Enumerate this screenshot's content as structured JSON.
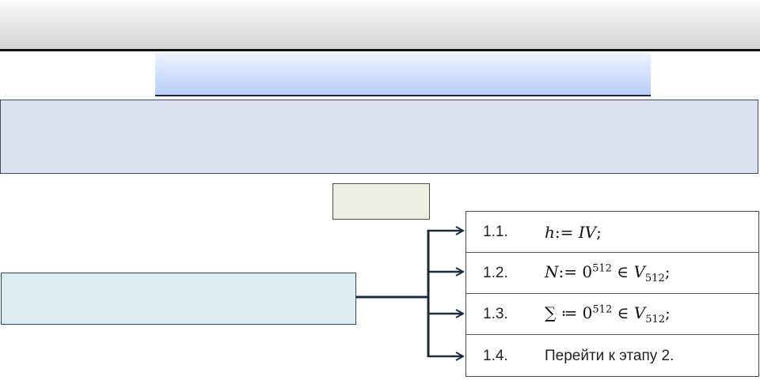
{
  "steps": [
    {
      "num": "1.1.",
      "var": "h",
      "assign": ":= ",
      "value": "IV",
      "tail": ";"
    },
    {
      "num": "1.2.",
      "var": "N",
      "assign": ":= ",
      "base": "0",
      "exp": "512",
      "member": " ∈ ",
      "set": "V",
      "sub": "512",
      "tail": ";"
    },
    {
      "num": "1.3.",
      "var": "∑",
      "assign": " ≔ ",
      "base": "0",
      "exp": "512",
      "member": " ∈ ",
      "set": "V",
      "sub": "512",
      "tail": ";"
    },
    {
      "num": "1.4.",
      "text": "Перейти к этапу 2."
    }
  ]
}
